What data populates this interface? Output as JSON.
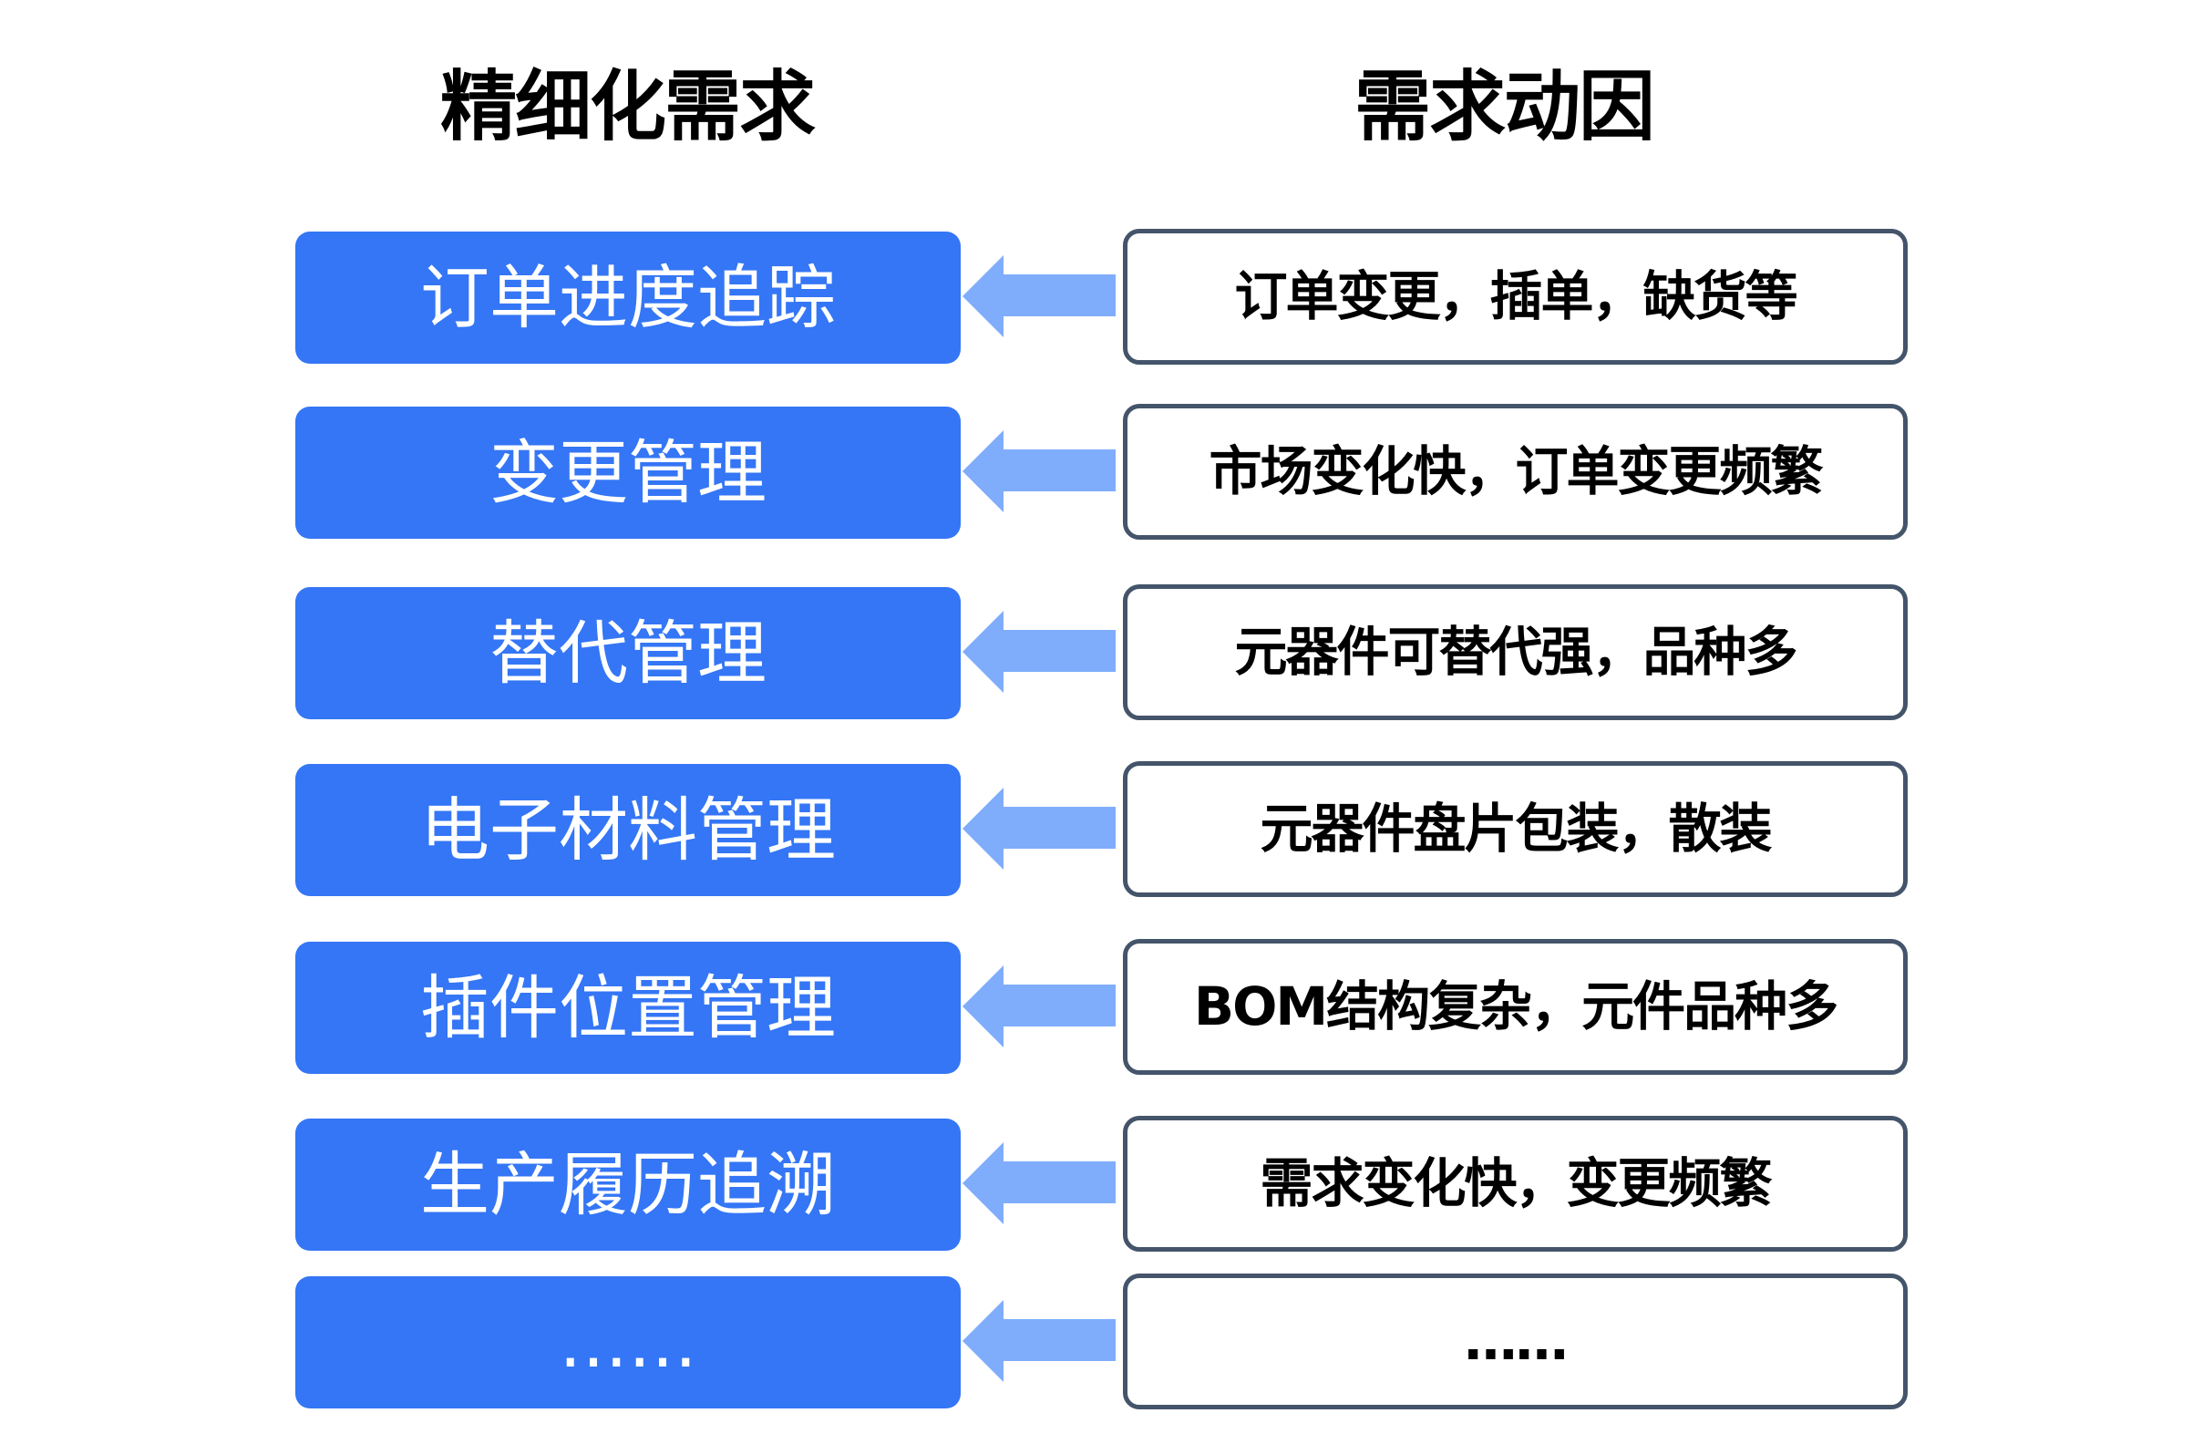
{
  "headings": {
    "left": "精细化需求",
    "right": "需求动因"
  },
  "colors": {
    "need_box": "#3476f5",
    "arrow": "#7fadfb",
    "cause_border": "#44546a"
  },
  "rows": [
    {
      "need": "订单进度追踪",
      "cause": "订单变更，插单，缺货等"
    },
    {
      "need": "变更管理",
      "cause": "市场变化快，订单变更频繁"
    },
    {
      "need": "替代管理",
      "cause": "元器件可替代强，品种多"
    },
    {
      "need": "电子材料管理",
      "cause": "元器件盘片包装，散装"
    },
    {
      "need": "插件位置管理",
      "cause": "BOM结构复杂，元件品种多"
    },
    {
      "need": "生产履历追溯",
      "cause": "需求变化快，变更频繁"
    },
    {
      "need": "……",
      "cause": "……"
    }
  ]
}
